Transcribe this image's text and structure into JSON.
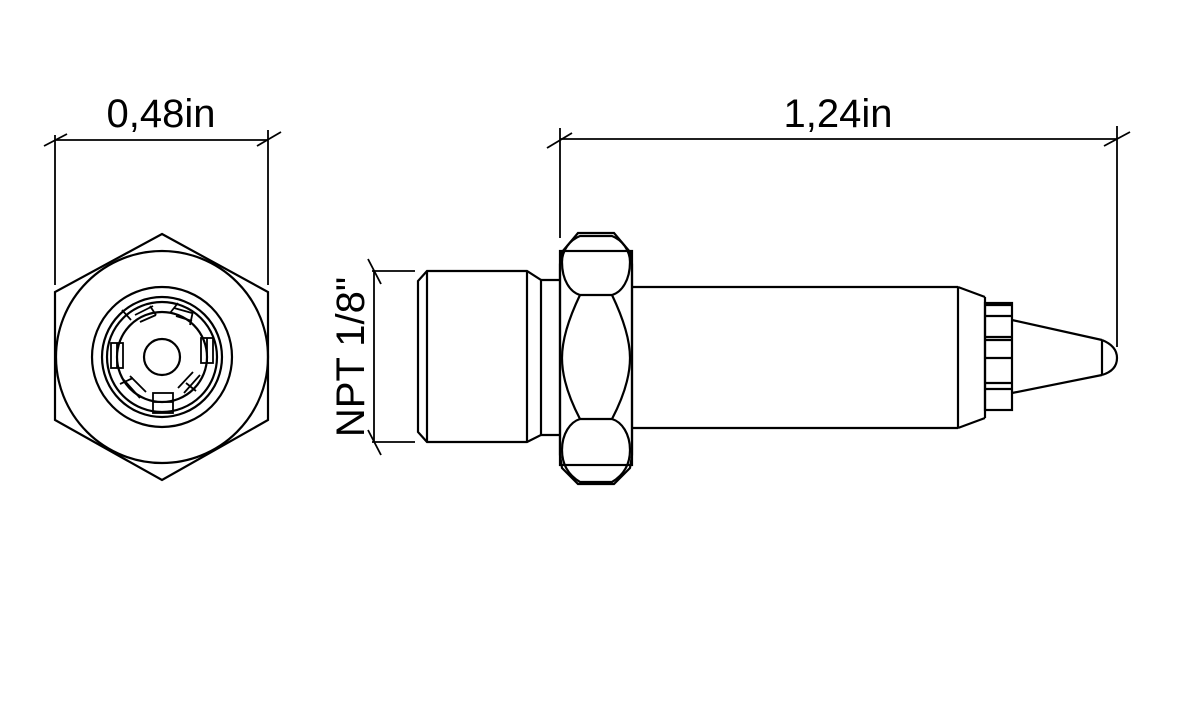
{
  "drawing": {
    "type": "technical-drawing",
    "subject": "NPT fitting with hex nut and conical nozzle tip",
    "views": [
      {
        "name": "end-view",
        "description": "hex outline with concentric rings and slotted inner ring"
      },
      {
        "name": "side-view",
        "description": "threaded body, hex nut, barrel, knurled collar, conical tip"
      }
    ],
    "line_color": "#000000",
    "background_color": "#ffffff"
  },
  "dimensions": {
    "width_across_flats": "0,48in",
    "overall_length": "1,24in",
    "thread_size": "NPT 1/8\""
  }
}
